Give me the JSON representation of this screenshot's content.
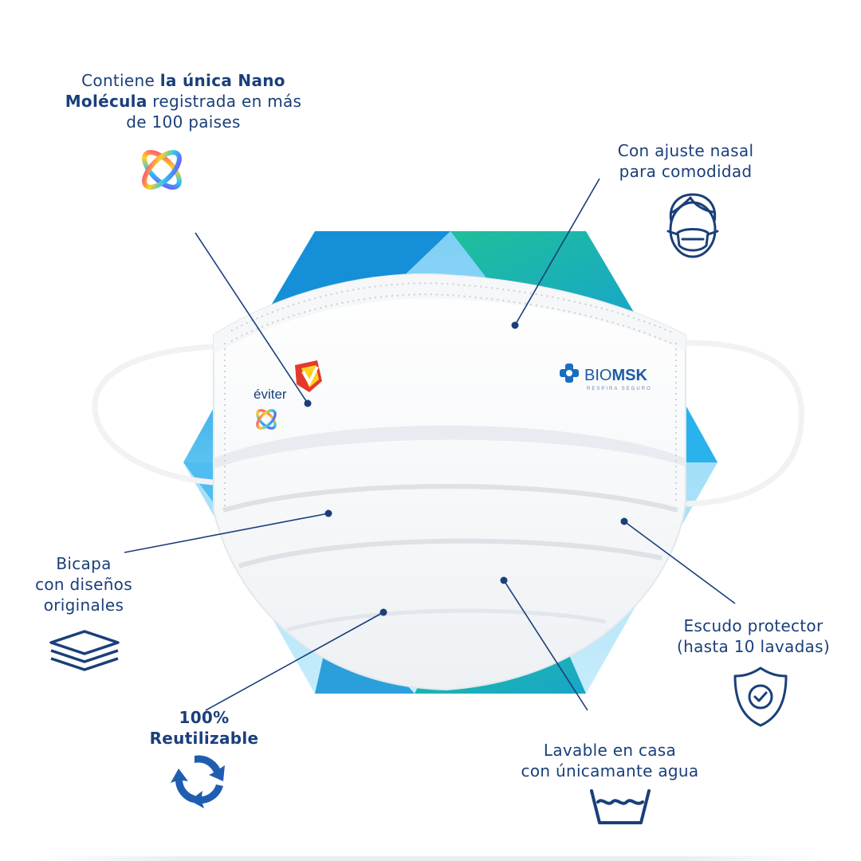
{
  "features": {
    "nano": {
      "line1_pre": "Contiene ",
      "line1_bold": "la única Nano",
      "line2_bold": "Molécula",
      "line2_post": " registrada en más",
      "line3": "de 100 paises",
      "icon": "nano-molecule-icon"
    },
    "nasal": {
      "line1": "Con ajuste nasal",
      "line2": "para comodidad",
      "icon": "face-mask-icon"
    },
    "bicapa": {
      "line1": "Bicapa",
      "line2": "con diseños",
      "line3": "originales",
      "icon": "layers-icon"
    },
    "escudo": {
      "line1": "Escudo protector",
      "line2": "(hasta 10 lavadas)",
      "icon": "shield-check-icon"
    },
    "reutilizable": {
      "line1": "100%",
      "line2": "Reutilizable",
      "icon": "recycle-arrows-icon"
    },
    "lavable": {
      "line1": "Lavable en casa",
      "line2": "con únicamante agua",
      "icon": "wash-basin-icon"
    }
  },
  "mask": {
    "brand_left": "éviter",
    "brand_right_a": "BIO",
    "brand_right_b": "MSK",
    "brand_right_tagline": "RESPIRA SEGURO"
  },
  "colors": {
    "text": "#1a3f7a",
    "hex_blue": "#1aa3e8",
    "hex_teal": "#1fb99a",
    "hex_light": "#8fd6f6"
  }
}
